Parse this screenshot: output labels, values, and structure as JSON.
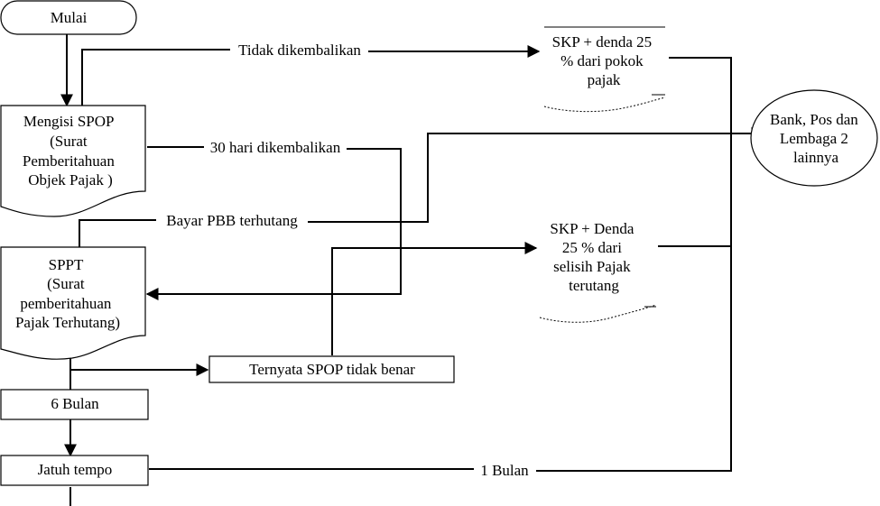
{
  "diagram": {
    "colors": {
      "stroke": "#000000",
      "background": "#ffffff"
    },
    "nodes": {
      "mulai": {
        "lines": [
          "Mulai"
        ],
        "shape": "terminator"
      },
      "mengisi_spop": {
        "lines": [
          "Mengisi SPOP",
          "(Surat",
          "Pemberitahuan",
          "Objek Pajak )"
        ],
        "shape": "document"
      },
      "sppt": {
        "lines": [
          "SPPT",
          "(Surat",
          "pemberitahuan",
          "Pajak Terhutang)"
        ],
        "shape": "document"
      },
      "enam_bulan": {
        "lines": [
          "6 Bulan"
        ],
        "shape": "process"
      },
      "jatuh_tempo": {
        "lines": [
          "Jatuh  tempo"
        ],
        "shape": "process"
      },
      "ternyata_spop": {
        "lines": [
          "Ternyata SPOP tidak benar"
        ],
        "shape": "process"
      },
      "skp_pokok": {
        "lines": [
          "SKP + denda 25",
          "% dari pokok",
          "pajak"
        ],
        "shape": "document"
      },
      "skp_selisih": {
        "lines": [
          "SKP + Denda",
          "25 % dari",
          "selisih Pajak",
          "terutang"
        ],
        "shape": "document"
      },
      "bank": {
        "lines": [
          "Bank, Pos dan",
          "Lembaga 2",
          "lainnya"
        ],
        "shape": "ellipse"
      }
    },
    "edges": {
      "tidak_dikembalikan": "Tidak dikembalikan",
      "tiga_puluh_hari": "30 hari dikembalikan",
      "bayar_pbb": "Bayar PBB terhutang",
      "satu_bulan": "1 Bulan"
    }
  }
}
